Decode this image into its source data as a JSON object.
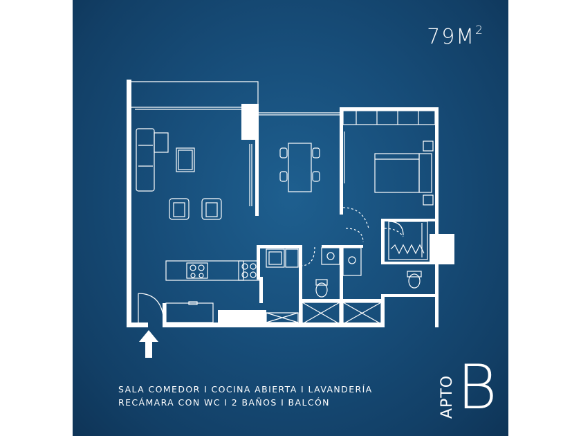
{
  "area": {
    "value": "79M",
    "sup": "2"
  },
  "features": {
    "line1": "SALA COMEDOR I COCINA ABIERTA I LAVANDERÍA",
    "line2": "RECÁMARA CON WC I 2 BAÑOS I BALCÓN"
  },
  "apartment": {
    "word": "APTO",
    "letter": "B"
  },
  "colors": {
    "background": "#174d79",
    "lines": "#ffffff"
  },
  "icons": {
    "entrance": "up-arrow-icon"
  }
}
